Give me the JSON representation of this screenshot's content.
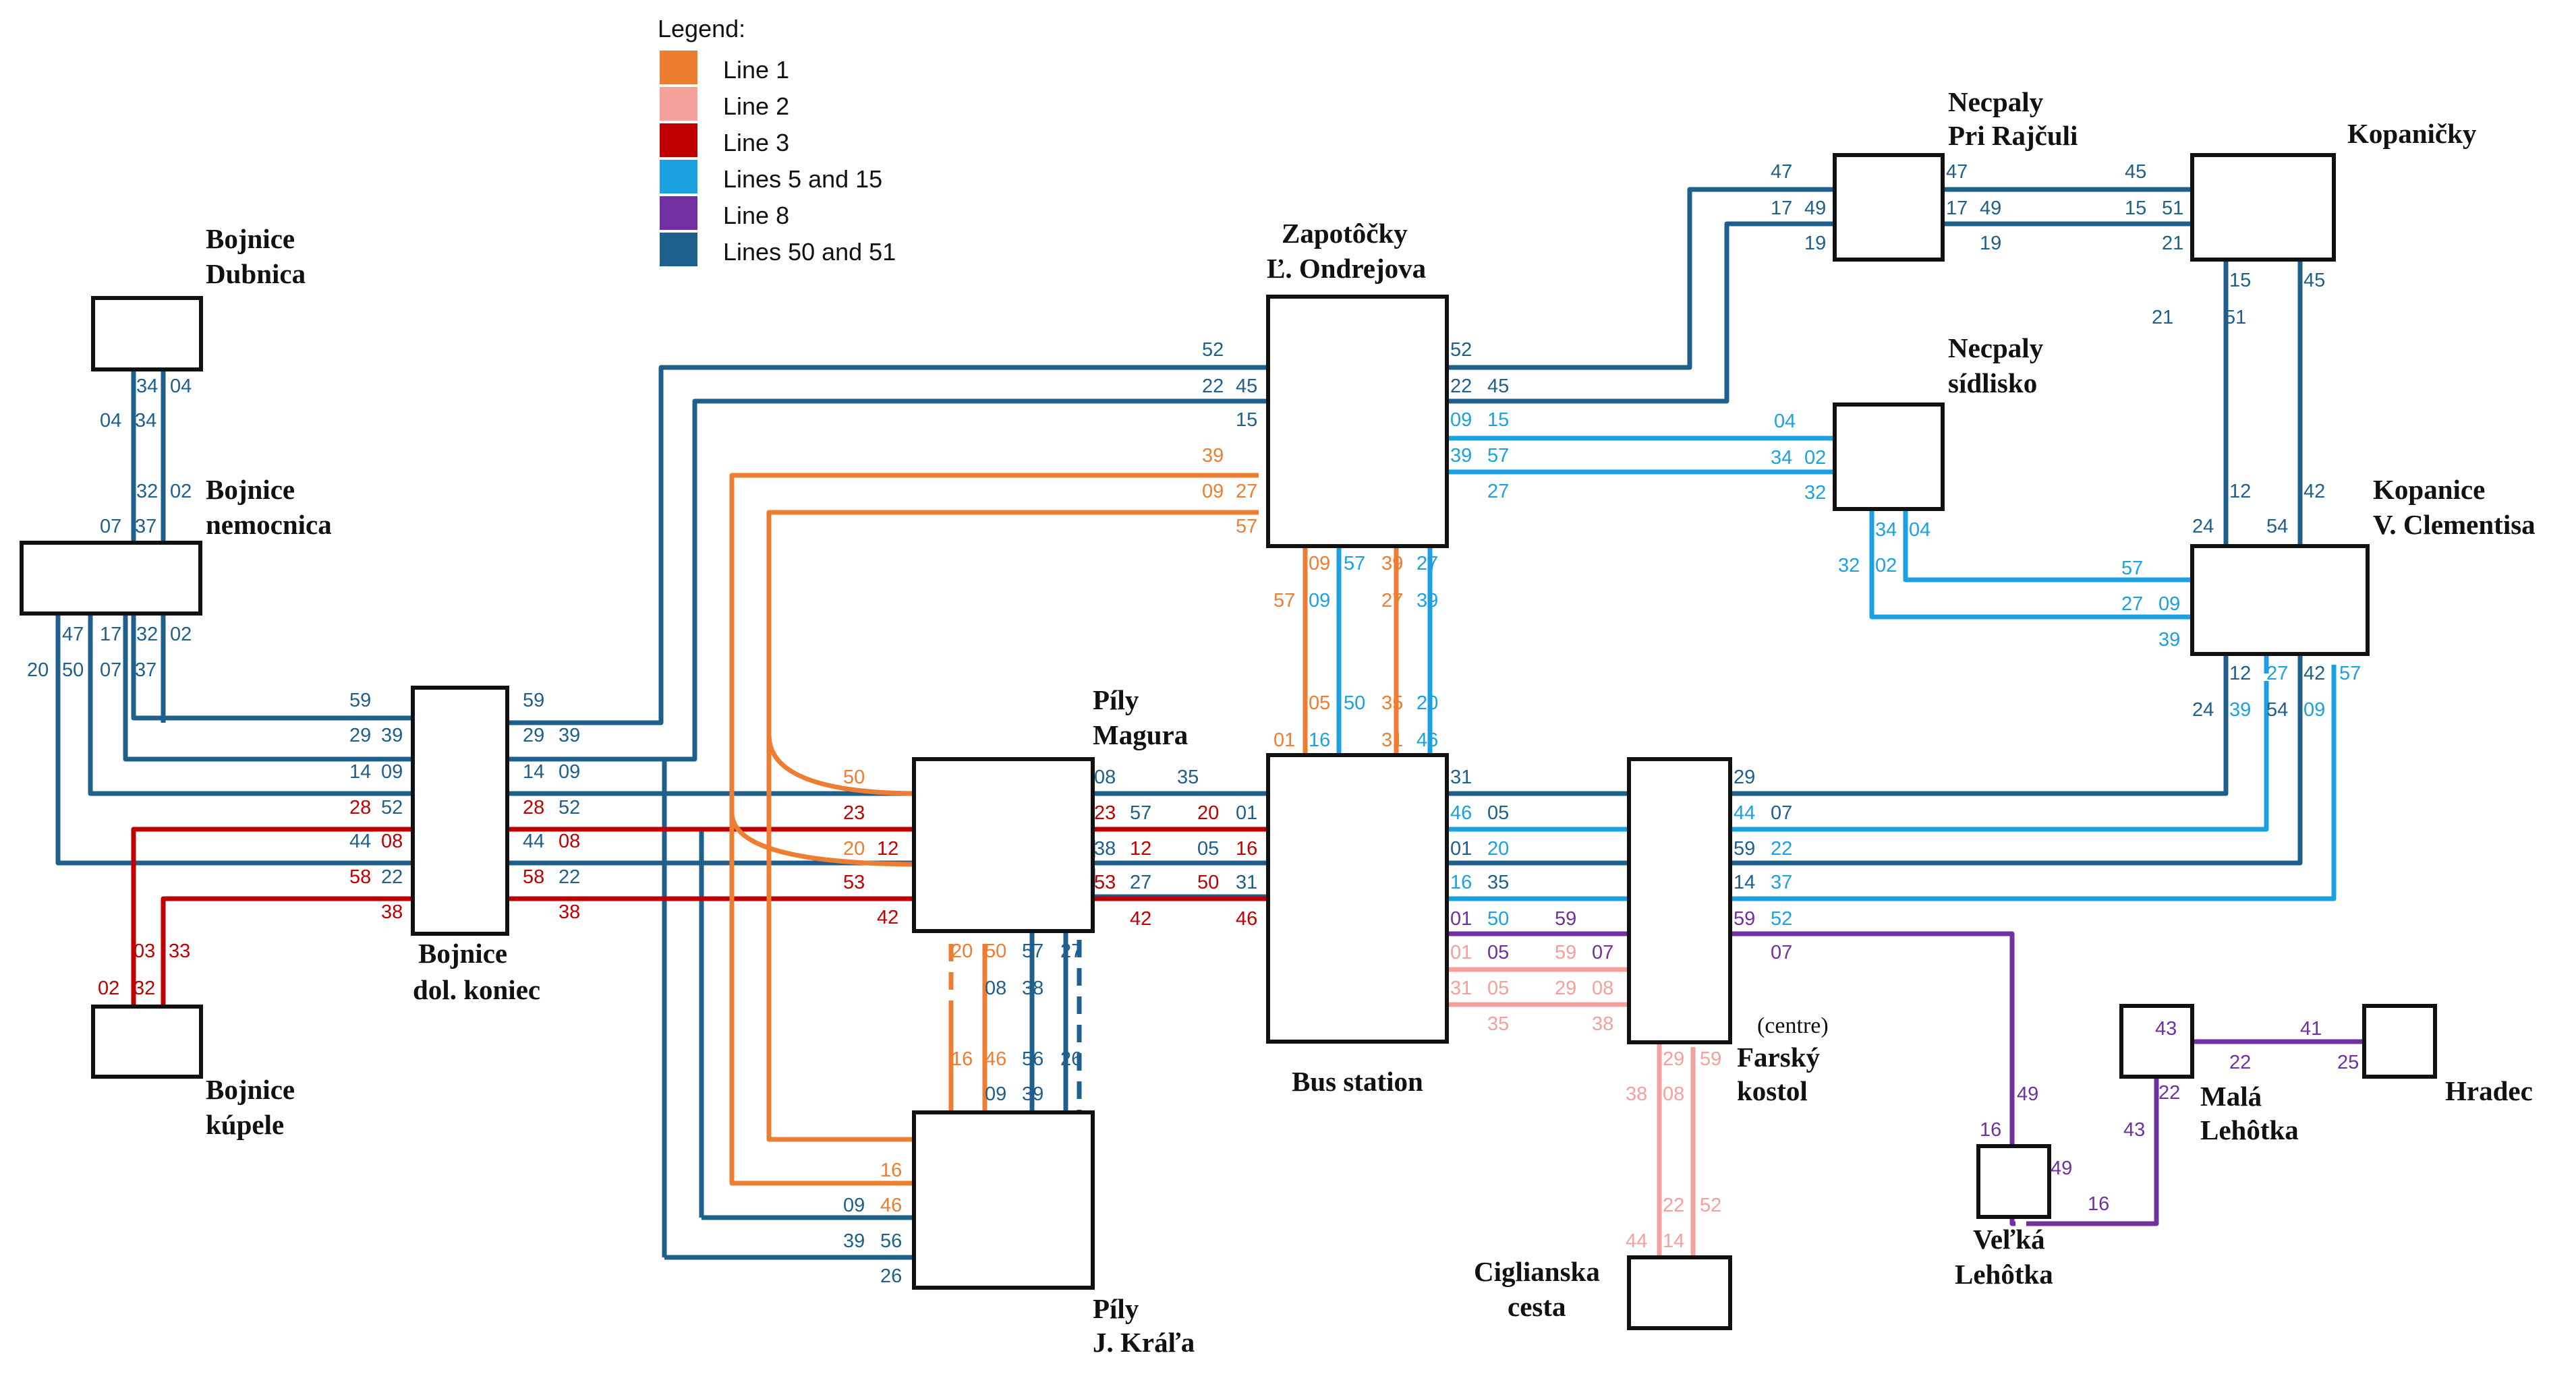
{
  "legend": {
    "title": "Legend:",
    "items": [
      {
        "id": "l1",
        "label": "Line 1",
        "color": "#ED7D31"
      },
      {
        "id": "l2",
        "label": "Line 2",
        "color": "#F4A09C"
      },
      {
        "id": "l3",
        "label": "Line 3",
        "color": "#C00000"
      },
      {
        "id": "l5",
        "label": "Lines 5 and 15",
        "color": "#1BA1E2"
      },
      {
        "id": "l8",
        "label": "Line 8",
        "color": "#7030A0"
      },
      {
        "id": "l50",
        "label": "Lines 50 and 51",
        "color": "#1F5F8B"
      }
    ]
  },
  "stops": {
    "bojnice_dubnica": [
      "Bojnice",
      "Dubnica"
    ],
    "bojnice_nemocnica": [
      "Bojnice",
      "nemocnica"
    ],
    "bojnice_kupele": [
      "Bojnice",
      "kúpele"
    ],
    "bojnice_dol": [
      "Bojnice",
      "dol. koniec"
    ],
    "zapotocky": [
      "Zapotôčky",
      "Ľ. Ondrejova"
    ],
    "pily_magura": [
      "Píly",
      "Magura"
    ],
    "pily_krala": [
      "Píly",
      "J. Kráľa"
    ],
    "bus_station": [
      "Bus station"
    ],
    "farsky": [
      "Farský",
      "kostol"
    ],
    "farsky_note": "(centre)",
    "ciglianska": [
      "Ciglianska",
      "cesta"
    ],
    "necpaly_pri": [
      "Necpaly",
      "Pri Rajčuli"
    ],
    "necpaly_sidlisko": [
      "Necpaly",
      "sídlisko"
    ],
    "kopanicky": [
      "Kopaničky"
    ],
    "kopanice": [
      "Kopanice",
      "V. Clementisa"
    ],
    "mala": [
      "Malá",
      "Lehôtka"
    ],
    "velka": [
      "Veľká",
      "Lehôtka"
    ],
    "hradec": [
      "Hradec"
    ]
  },
  "labels": [
    {
      "t": "34",
      "c": "l50"
    },
    {
      "t": "04",
      "c": "l50"
    },
    {
      "t": "04",
      "c": "l50"
    },
    {
      "t": "34",
      "c": "l50"
    },
    {
      "t": "32",
      "c": "l50"
    },
    {
      "t": "02",
      "c": "l50"
    },
    {
      "t": "07",
      "c": "l50"
    },
    {
      "t": "37",
      "c": "l50"
    },
    {
      "t": "47",
      "c": "l50"
    },
    {
      "t": "17",
      "c": "l50"
    },
    {
      "t": "32",
      "c": "l50"
    },
    {
      "t": "02",
      "c": "l50"
    },
    {
      "t": "20",
      "c": "l50"
    },
    {
      "t": "50",
      "c": "l50"
    },
    {
      "t": "07",
      "c": "l50"
    },
    {
      "t": "37",
      "c": "l50"
    },
    {
      "t": "59",
      "c": "l50"
    },
    {
      "t": "29",
      "c": "l50"
    },
    {
      "t": "39",
      "c": "l50"
    },
    {
      "t": "14",
      "c": "l50"
    },
    {
      "t": "09",
      "c": "l50"
    },
    {
      "t": "28",
      "c": "l3"
    },
    {
      "t": "52",
      "c": "l50"
    },
    {
      "t": "44",
      "c": "l50"
    },
    {
      "t": "08",
      "c": "l3"
    },
    {
      "t": "58",
      "c": "l3"
    },
    {
      "t": "22",
      "c": "l50"
    },
    {
      "t": "38",
      "c": "l3"
    },
    {
      "t": "59",
      "c": "l50"
    },
    {
      "t": "29",
      "c": "l50"
    },
    {
      "t": "39",
      "c": "l50"
    },
    {
      "t": "14",
      "c": "l50"
    },
    {
      "t": "09",
      "c": "l50"
    },
    {
      "t": "28",
      "c": "l3"
    },
    {
      "t": "52",
      "c": "l50"
    },
    {
      "t": "44",
      "c": "l50"
    },
    {
      "t": "08",
      "c": "l3"
    },
    {
      "t": "58",
      "c": "l3"
    },
    {
      "t": "22",
      "c": "l50"
    },
    {
      "t": "38",
      "c": "l3"
    },
    {
      "t": "03",
      "c": "l3"
    },
    {
      "t": "33",
      "c": "l3"
    },
    {
      "t": "02",
      "c": "l3"
    },
    {
      "t": "32",
      "c": "l3"
    },
    {
      "t": "50",
      "c": "l1"
    },
    {
      "t": "23",
      "c": "l3"
    },
    {
      "t": "20",
      "c": "l1"
    },
    {
      "t": "12",
      "c": "l3"
    },
    {
      "t": "53",
      "c": "l3"
    },
    {
      "t": "42",
      "c": "l3"
    },
    {
      "t": "08",
      "c": "l50"
    },
    {
      "t": "35",
      "c": "l50"
    },
    {
      "t": "23",
      "c": "l3"
    },
    {
      "t": "57",
      "c": "l50"
    },
    {
      "t": "20",
      "c": "l3"
    },
    {
      "t": "01",
      "c": "l50"
    },
    {
      "t": "38",
      "c": "l50"
    },
    {
      "t": "12",
      "c": "l3"
    },
    {
      "t": "05",
      "c": "l50"
    },
    {
      "t": "16",
      "c": "l3"
    },
    {
      "t": "53",
      "c": "l3"
    },
    {
      "t": "27",
      "c": "l50"
    },
    {
      "t": "50",
      "c": "l3"
    },
    {
      "t": "31",
      "c": "l50"
    },
    {
      "t": "42",
      "c": "l3"
    },
    {
      "t": "46",
      "c": "l3"
    },
    {
      "t": "20",
      "c": "l1"
    },
    {
      "t": "50",
      "c": "l1"
    },
    {
      "t": "57",
      "c": "l50"
    },
    {
      "t": "27",
      "c": "l50"
    },
    {
      "t": "08",
      "c": "l50"
    },
    {
      "t": "38",
      "c": "l50"
    },
    {
      "t": "16",
      "c": "l1"
    },
    {
      "t": "46",
      "c": "l1"
    },
    {
      "t": "56",
      "c": "l50"
    },
    {
      "t": "26",
      "c": "l50"
    },
    {
      "t": "09",
      "c": "l50"
    },
    {
      "t": "39",
      "c": "l50"
    },
    {
      "t": "16",
      "c": "l1"
    },
    {
      "t": "09",
      "c": "l50"
    },
    {
      "t": "46",
      "c": "l1"
    },
    {
      "t": "39",
      "c": "l50"
    },
    {
      "t": "56",
      "c": "l50"
    },
    {
      "t": "26",
      "c": "l50"
    },
    {
      "t": "52",
      "c": "l50"
    },
    {
      "t": "22",
      "c": "l50"
    },
    {
      "t": "45",
      "c": "l50"
    },
    {
      "t": "15",
      "c": "l50"
    },
    {
      "t": "39",
      "c": "l1"
    },
    {
      "t": "09",
      "c": "l1"
    },
    {
      "t": "27",
      "c": "l1"
    },
    {
      "t": "57",
      "c": "l1"
    },
    {
      "t": "52",
      "c": "l50"
    },
    {
      "t": "22",
      "c": "l50"
    },
    {
      "t": "45",
      "c": "l50"
    },
    {
      "t": "09",
      "c": "l5"
    },
    {
      "t": "15",
      "c": "l5"
    },
    {
      "t": "39",
      "c": "l5"
    },
    {
      "t": "57",
      "c": "l5"
    },
    {
      "t": "27",
      "c": "l5"
    },
    {
      "t": "09",
      "c": "l1"
    },
    {
      "t": "57",
      "c": "l5"
    },
    {
      "t": "39",
      "c": "l1"
    },
    {
      "t": "27",
      "c": "l5"
    },
    {
      "t": "57",
      "c": "l1"
    },
    {
      "t": "09",
      "c": "l5"
    },
    {
      "t": "27",
      "c": "l1"
    },
    {
      "t": "39",
      "c": "l5"
    },
    {
      "t": "05",
      "c": "l1"
    },
    {
      "t": "50",
      "c": "l5"
    },
    {
      "t": "35",
      "c": "l1"
    },
    {
      "t": "20",
      "c": "l5"
    },
    {
      "t": "01",
      "c": "l1"
    },
    {
      "t": "16",
      "c": "l5"
    },
    {
      "t": "31",
      "c": "l1"
    },
    {
      "t": "46",
      "c": "l5"
    },
    {
      "t": "31",
      "c": "l50"
    },
    {
      "t": "46",
      "c": "l5"
    },
    {
      "t": "05",
      "c": "l50"
    },
    {
      "t": "01",
      "c": "l50"
    },
    {
      "t": "20",
      "c": "l5"
    },
    {
      "t": "16",
      "c": "l5"
    },
    {
      "t": "35",
      "c": "l50"
    },
    {
      "t": "01",
      "c": "l8"
    },
    {
      "t": "50",
      "c": "l5"
    },
    {
      "t": "59",
      "c": "l8"
    },
    {
      "t": "01",
      "c": "l2"
    },
    {
      "t": "05",
      "c": "l8"
    },
    {
      "t": "59",
      "c": "l2"
    },
    {
      "t": "07",
      "c": "l8"
    },
    {
      "t": "31",
      "c": "l2"
    },
    {
      "t": "05",
      "c": "l2"
    },
    {
      "t": "29",
      "c": "l2"
    },
    {
      "t": "08",
      "c": "l2"
    },
    {
      "t": "35",
      "c": "l2"
    },
    {
      "t": "38",
      "c": "l2"
    },
    {
      "t": "29",
      "c": "l50"
    },
    {
      "t": "44",
      "c": "l5"
    },
    {
      "t": "07",
      "c": "l50"
    },
    {
      "t": "59",
      "c": "l50"
    },
    {
      "t": "22",
      "c": "l5"
    },
    {
      "t": "14",
      "c": "l50"
    },
    {
      "t": "37",
      "c": "l5"
    },
    {
      "t": "59",
      "c": "l8"
    },
    {
      "t": "52",
      "c": "l5"
    },
    {
      "t": "07",
      "c": "l8"
    },
    {
      "t": "29",
      "c": "l2"
    },
    {
      "t": "59",
      "c": "l2"
    },
    {
      "t": "38",
      "c": "l2"
    },
    {
      "t": "08",
      "c": "l2"
    },
    {
      "t": "22",
      "c": "l2"
    },
    {
      "t": "52",
      "c": "l2"
    },
    {
      "t": "44",
      "c": "l2"
    },
    {
      "t": "14",
      "c": "l2"
    },
    {
      "t": "47",
      "c": "l50"
    },
    {
      "t": "17",
      "c": "l50"
    },
    {
      "t": "49",
      "c": "l50"
    },
    {
      "t": "19",
      "c": "l50"
    },
    {
      "t": "47",
      "c": "l50"
    },
    {
      "t": "17",
      "c": "l50"
    },
    {
      "t": "49",
      "c": "l50"
    },
    {
      "t": "19",
      "c": "l50"
    },
    {
      "t": "45",
      "c": "l50"
    },
    {
      "t": "15",
      "c": "l50"
    },
    {
      "t": "51",
      "c": "l50"
    },
    {
      "t": "21",
      "c": "l50"
    },
    {
      "t": "15",
      "c": "l50"
    },
    {
      "t": "45",
      "c": "l50"
    },
    {
      "t": "21",
      "c": "l50"
    },
    {
      "t": "51",
      "c": "l50"
    },
    {
      "t": "12",
      "c": "l50"
    },
    {
      "t": "42",
      "c": "l50"
    },
    {
      "t": "24",
      "c": "l50"
    },
    {
      "t": "54",
      "c": "l50"
    },
    {
      "t": "04",
      "c": "l5"
    },
    {
      "t": "34",
      "c": "l5"
    },
    {
      "t": "02",
      "c": "l5"
    },
    {
      "t": "32",
      "c": "l5"
    },
    {
      "t": "34",
      "c": "l5"
    },
    {
      "t": "04",
      "c": "l5"
    },
    {
      "t": "32",
      "c": "l5"
    },
    {
      "t": "02",
      "c": "l5"
    },
    {
      "t": "57",
      "c": "l5"
    },
    {
      "t": "27",
      "c": "l5"
    },
    {
      "t": "09",
      "c": "l5"
    },
    {
      "t": "39",
      "c": "l5"
    },
    {
      "t": "12",
      "c": "l50"
    },
    {
      "t": "27",
      "c": "l5"
    },
    {
      "t": "42",
      "c": "l50"
    },
    {
      "t": "57",
      "c": "l5"
    },
    {
      "t": "24",
      "c": "l50"
    },
    {
      "t": "39",
      "c": "l5"
    },
    {
      "t": "54",
      "c": "l50"
    },
    {
      "t": "09",
      "c": "l5"
    },
    {
      "t": "49",
      "c": "l8"
    },
    {
      "t": "16",
      "c": "l8"
    },
    {
      "t": "49",
      "c": "l8"
    },
    {
      "t": "16",
      "c": "l8"
    },
    {
      "t": "43",
      "c": "l8"
    },
    {
      "t": "22",
      "c": "l8"
    },
    {
      "t": "41",
      "c": "l8"
    },
    {
      "t": "25",
      "c": "l8"
    },
    {
      "t": "22",
      "c": "l8"
    },
    {
      "t": "43",
      "c": "l8"
    }
  ]
}
